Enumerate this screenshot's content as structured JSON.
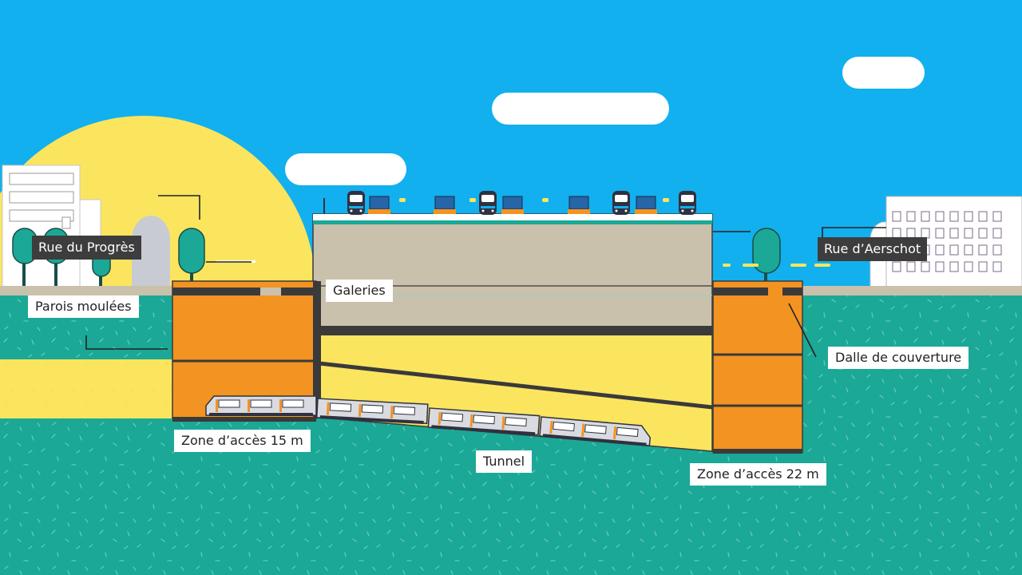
{
  "labels": {
    "rue_progres": "Rue du Progrès",
    "rue_aerschot": "Rue d’Aerschot",
    "parois": "Parois moulées",
    "galeries": "Galeries",
    "dalle": "Dalle de couverture",
    "zone15": "Zone d’accès 15 m",
    "tunnel": "Tunnel",
    "zone22": "Zone d’accès 22 m"
  },
  "colors": {
    "sky": "#12b0ee",
    "ground": "#1ba896",
    "sun": "#fbe55e",
    "orange": "#f39322",
    "slab": "#3a3a3a",
    "building": "#c9c1ab",
    "tree": "#1ba896"
  },
  "icons": [
    "train-icon",
    "tree-icon",
    "cloud-icon",
    "sun-icon",
    "building-icon",
    "bus-shelter-icon"
  ]
}
